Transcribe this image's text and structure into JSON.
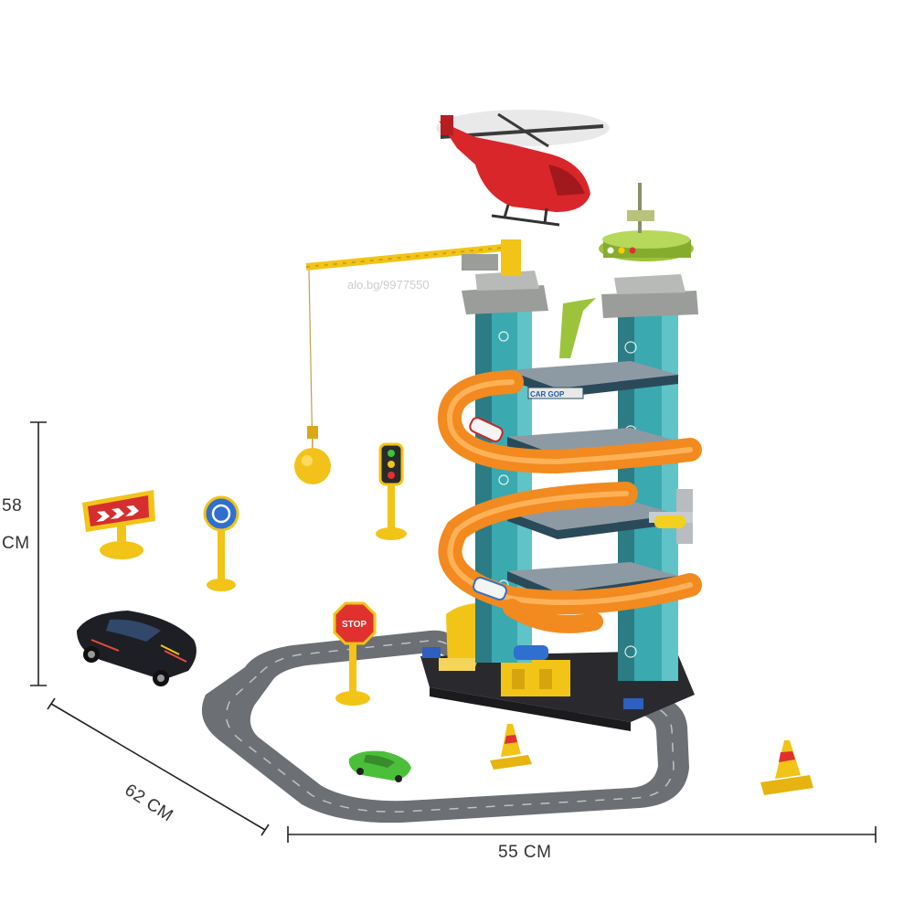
{
  "watermark": "alo.bg/9977550",
  "dimensions": {
    "height": {
      "value": "58",
      "unit": "CM"
    },
    "depth": "62 CM",
    "width": "55 CM"
  },
  "labels": {
    "stop_sign": "STOP",
    "garage_sign": "CAR GOP"
  },
  "colors": {
    "tower_teal": "#3aa9b0",
    "tower_dark": "#2b7c85",
    "ramp_orange": "#f28a1f",
    "road_gray": "#6c6f73",
    "helicopter_red": "#d9262b",
    "crane_yellow": "#f2c417",
    "roof_gray": "#9a9d9a",
    "pad_green": "#9bc43c"
  }
}
